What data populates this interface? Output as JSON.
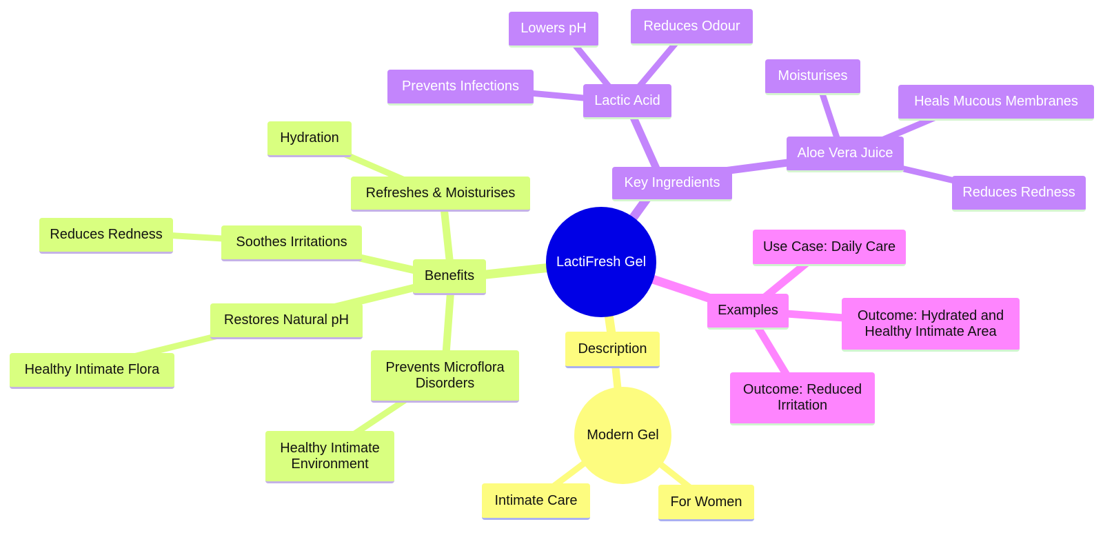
{
  "mindmap": {
    "root": "LactiFresh Gel",
    "description": {
      "label": "Description",
      "modern_gel": "Modern Gel",
      "intimate_care": "Intimate Care",
      "for_women": "For Women"
    },
    "key_ingredients": {
      "label": "Key Ingredients",
      "lactic_acid": {
        "label": "Lactic Acid",
        "lowers_ph": "Lowers pH",
        "reduces_odour": "Reduces Odour",
        "prevents_infections": "Prevents Infections"
      },
      "aloe_vera": {
        "label": "Aloe Vera Juice",
        "moisturises": "Moisturises",
        "heals": "Heals Mucous Membranes",
        "reduces_redness": "Reduces Redness"
      }
    },
    "benefits": {
      "label": "Benefits",
      "refreshes": {
        "label": "Refreshes & Moisturises",
        "hydration": "Hydration"
      },
      "soothes": {
        "label": "Soothes Irritations",
        "reduces_redness": "Reduces Redness"
      },
      "restores": {
        "label": "Restores Natural pH",
        "healthy_flora": "Healthy Intimate Flora"
      },
      "prevents": {
        "label": "Prevents Microflora Disorders",
        "healthy_env": "Healthy Intimate Environment"
      }
    },
    "examples": {
      "label": "Examples",
      "use_case": "Use Case: Daily Care",
      "outcome_hydrated": "Outcome: Hydrated and Healthy Intimate Area",
      "outcome_irritation": "Outcome: Reduced Irritation"
    }
  },
  "colors": {
    "root": "#0000e6",
    "key_ingredients": "#c385fc",
    "benefits": "#d9ff80",
    "examples": "#fe85fe",
    "description": "#fdfc7f"
  }
}
